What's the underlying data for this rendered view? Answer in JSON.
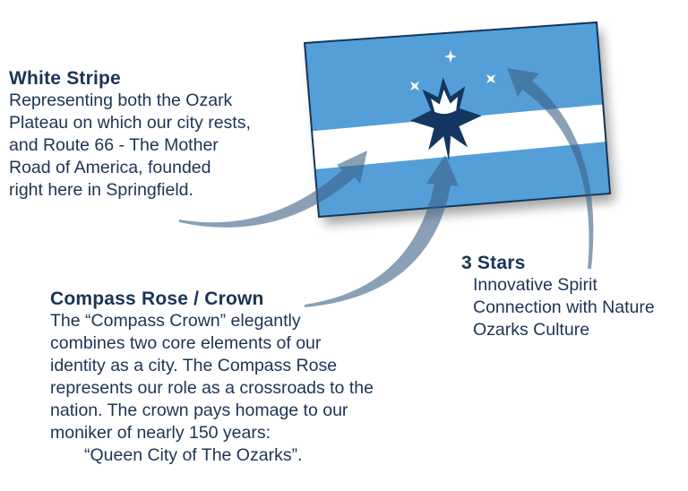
{
  "flag": {
    "colors": {
      "field": "#559fd8",
      "stripe": "#ffffff",
      "compass_rose": "#133761",
      "crown": "#ffffff",
      "stars": "#ffffff",
      "border": "#13365e"
    }
  },
  "arrows": {
    "color": "#3b6187"
  },
  "callouts": {
    "white_stripe": {
      "title": "White Stripe",
      "lines": [
        "Representing both the Ozark",
        "Plateau on which our city rests,",
        "and Route 66 - The Mother",
        "Road of America, founded",
        "right here in Springfield."
      ]
    },
    "compass_rose": {
      "title": "Compass Rose / Crown",
      "lines": [
        "The “Compass Crown” elegantly",
        "combines two core elements of our",
        "identity as a city.  The Compass Rose",
        "represents our role as a crossroads to the",
        "nation.  The crown pays homage to our",
        "moniker of nearly 150 years:",
        "“Queen City of The Ozarks”."
      ]
    },
    "three_stars": {
      "title": "3 Stars",
      "lines": [
        "Innovative Spirit",
        "Connection with Nature",
        "Ozarks Culture"
      ]
    }
  }
}
